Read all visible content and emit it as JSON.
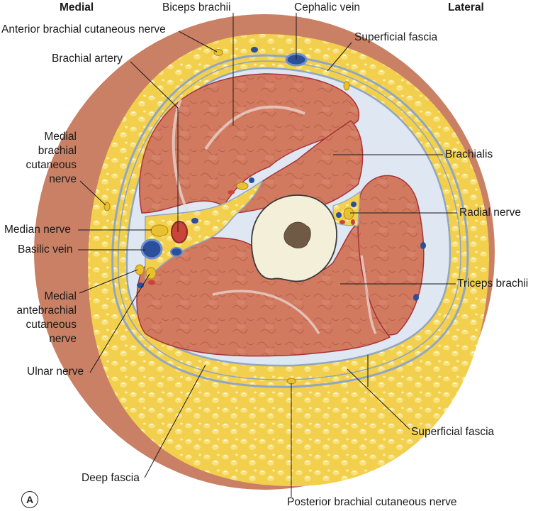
{
  "figure": {
    "title": "Cross-section of the arm (brachium)",
    "panel_label": "A",
    "orientation": {
      "left": "Medial",
      "right": "Lateral"
    }
  },
  "labels": {
    "biceps_brachii": "Biceps brachii",
    "cephalic_vein": "Cephalic vein",
    "anterior_brachial_cutaneous_nerve": "Anterior brachial cutaneous nerve",
    "superficial_fascia_top": "Superficial fascia",
    "brachial_artery": "Brachial artery",
    "brachialis": "Brachialis",
    "medial_brachial_cutaneous_nerve": [
      "Medial",
      "brachial",
      "cutaneous",
      "nerve"
    ],
    "radial_nerve": "Radial nerve",
    "median_nerve": "Median nerve",
    "basilic_vein": "Basilic vein",
    "triceps_brachii": "Triceps brachii",
    "medial_antebrachial_cutaneous_nerve": [
      "Medial",
      "antebrachial",
      "cutaneous",
      "nerve"
    ],
    "ulnar_nerve": "Ulnar nerve",
    "superficial_fascia_bottom": "Superficial fascia",
    "deep_fascia": "Deep fascia",
    "posterior_brachial_cutaneous_nerve": "Posterior brachial cutaneous nerve"
  },
  "colors": {
    "skin": "#c47a5a",
    "fat": "#f3d45a",
    "fat_highlight": "#fbeeaa",
    "muscle": "#d0785e",
    "muscle_edge": "#a8333a",
    "fascia": "#8fa6c4",
    "fascia_light": "#dfe7f2",
    "bone": "#f4efd9",
    "marrow": "#6e5a45",
    "vein": "#2c4f9c",
    "vein_ring": "#6f8fce",
    "artery": "#c9453a",
    "nerve": "#e9c030",
    "leader": "#1a1a1a"
  }
}
